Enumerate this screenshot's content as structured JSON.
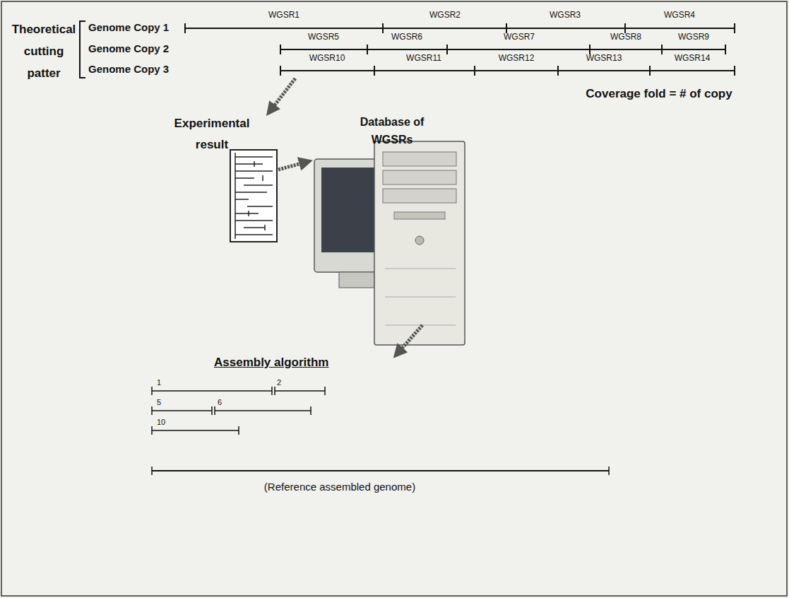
{
  "diagram": {
    "nodes": [
      {
        "text": [
          "Genome Copy 1"
        ]
      },
      {
        "text": [
          "Genome Copy 2"
        ]
      },
      {
        "text": [
          "Genome Copy 3"
        ]
      },
      {
        "text": [
          "Experimental result"
        ]
      },
      {
        "text": [
          "Database of WGSRs"
        ]
      },
      {
        "text": [
          "Assembly algorithm"
        ]
      }
    ],
    "edges": [
      {
        "from": 2,
        "to": 3,
        "arrow": "to"
      },
      {
        "from": 3,
        "to": 4,
        "arrow": "to"
      },
      {
        "from": 4,
        "to": 5,
        "arrow": "to"
      }
    ],
    "labels": [
      "Theoretical cutting patter",
      "WGSR1",
      "WGSR2",
      "WGSR3",
      "WGSR4",
      "WGSR5",
      "WGSR6",
      "WGSR7",
      "WGSR8",
      "WGSR9",
      "WGSR10",
      "WGSR11",
      "WGSR12",
      "WGSR13",
      "WGSR14",
      "Coverage fold = # of copy",
      "1",
      "2",
      "5",
      "6",
      "10",
      "(Reference assembled genome)"
    ]
  }
}
